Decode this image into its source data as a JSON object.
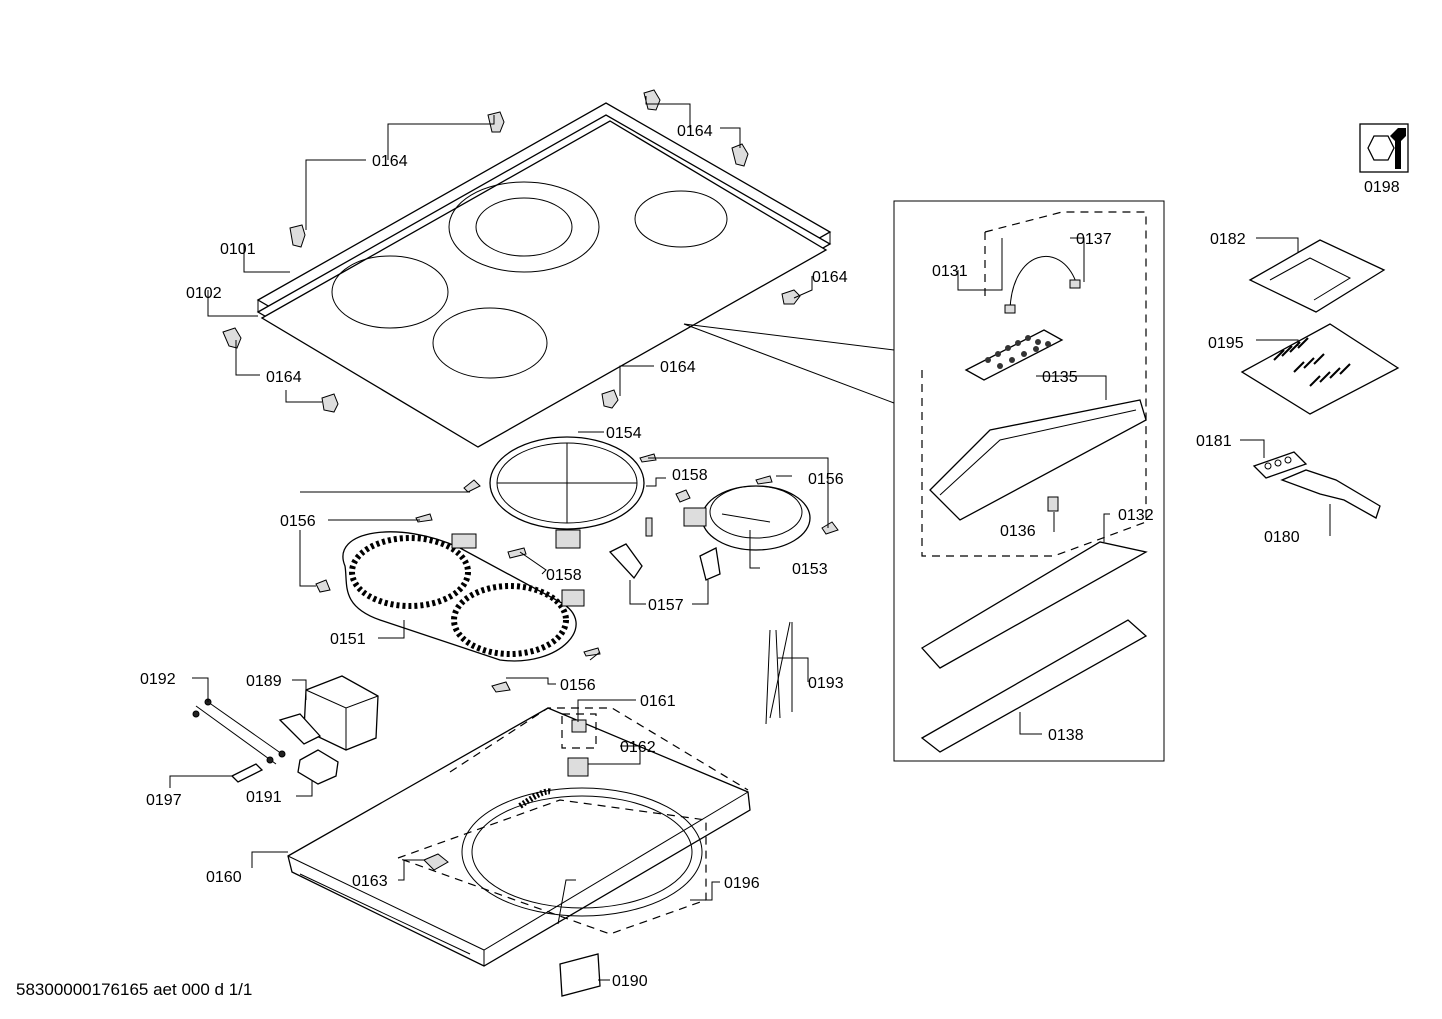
{
  "footer": {
    "code": "58300000176165 aet 000 d 1/1"
  },
  "labels": {
    "l0101": "0101",
    "l0102": "0102",
    "l0164a": "0164",
    "l0164b": "0164",
    "l0164c": "0164",
    "l0164d": "0164",
    "l0164e": "0164",
    "l0131": "0131",
    "l0137": "0137",
    "l0135": "0135",
    "l0136": "0136",
    "l0132": "0132",
    "l0138": "0138",
    "l0198": "0198",
    "l0182": "0182",
    "l0195": "0195",
    "l0181": "0181",
    "l0180": "0180",
    "l0154": "0154",
    "l0158a": "0158",
    "l0158b": "0158",
    "l0156a": "0156",
    "l0156b": "0156",
    "l0156c": "0156",
    "l0153": "0153",
    "l0157": "0157",
    "l0151": "0151",
    "l0193": "0193",
    "l0192": "0192",
    "l0189": "0189",
    "l0197": "0197",
    "l0191": "0191",
    "l0161": "0161",
    "l0162": "0162",
    "l0160": "0160",
    "l0163": "0163",
    "l0196": "0196",
    "l0190": "0190"
  }
}
